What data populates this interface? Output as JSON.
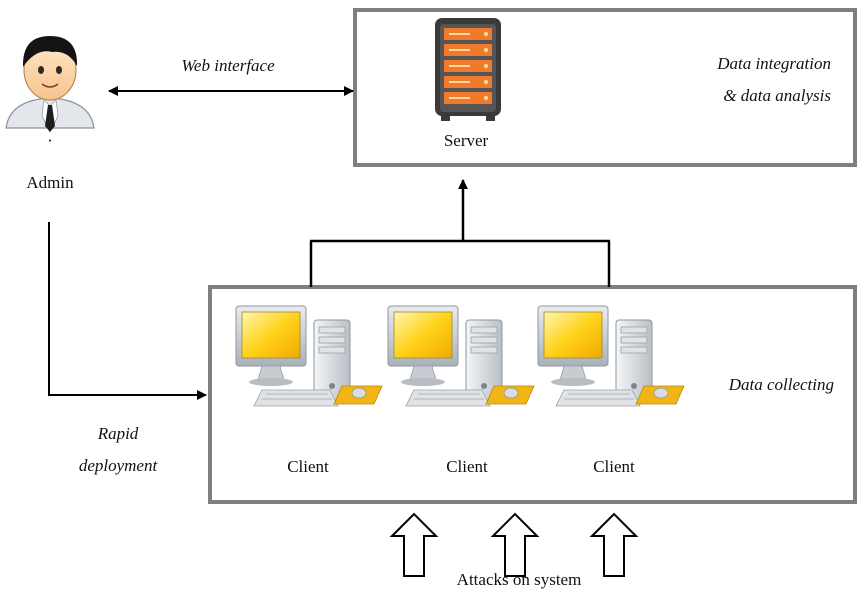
{
  "admin": {
    "label": "Admin"
  },
  "web_link": {
    "label": "Web interface"
  },
  "server": {
    "label": "Server",
    "note_line1": "Data integration",
    "note_line2": "& data analysis",
    "icon": "server-rack-icon"
  },
  "clients": {
    "note": "Data collecting",
    "items": [
      {
        "label": "Client",
        "icon": "desktop-computer-icon"
      },
      {
        "label": "Client",
        "icon": "desktop-computer-icon"
      },
      {
        "label": "Client",
        "icon": "desktop-computer-icon"
      }
    ]
  },
  "deployment": {
    "line1": "Rapid",
    "line2": "deployment"
  },
  "attacks": {
    "label": "Attacks on system"
  },
  "colors": {
    "box_border": "#7f7f7f",
    "server_orange": "#f07a2a",
    "server_dark": "#3a3a3a",
    "monitor_yellow": "#ffd21a",
    "case_gray": "#cfd4d8"
  }
}
